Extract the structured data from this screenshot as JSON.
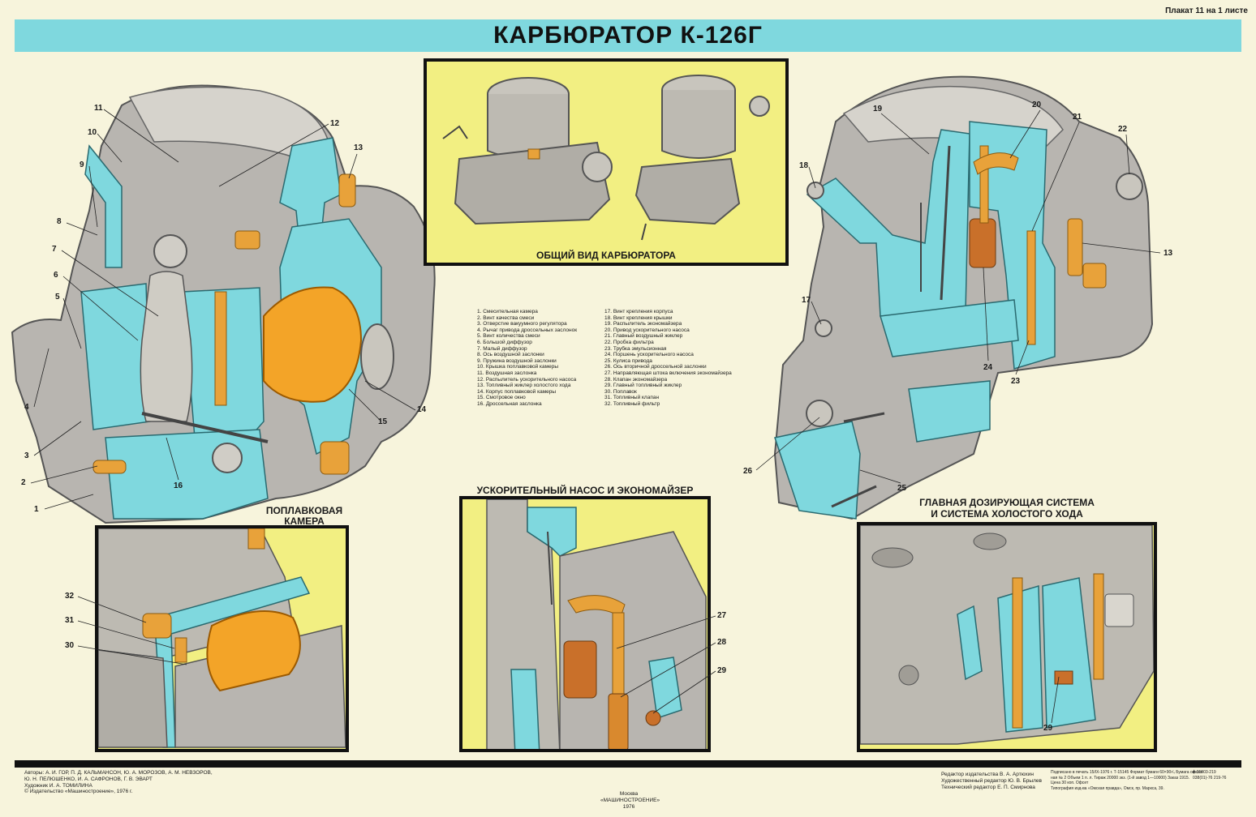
{
  "plate_note": "Плакат 11 на 1 листе",
  "title": "КАРБЮРАТОР К-126Г",
  "captions": {
    "general_view": "ОБЩИЙ ВИД КАРБЮРАТОРА",
    "float_chamber_line1": "ПОПЛАВКОВАЯ",
    "float_chamber_line2": "КАМЕРА",
    "pump": "УСКОРИТЕЛЬНЫЙ НАСОС И ЭКОНОМАЙЗЕР",
    "metering_line1": "ГЛАВНАЯ ДОЗИРУЮЩАЯ СИСТЕМА",
    "metering_line2": "И  СИСТЕМА ХОЛОСТОГО ХОДА"
  },
  "legend_left": [
    "1. Смесительная камера",
    "2. Винт качества смеси",
    "3. Отверстие вакуумного регулятора",
    "4. Рычаг привода дроссельных заслонок",
    "5. Винт количества смеси",
    "6. Большой диффузор",
    "7. Малый диффузор",
    "8. Ось воздушной заслонки",
    "9. Пружина воздушной заслонки",
    "10. Крышка поплавковой камеры",
    "11. Воздушная заслонка",
    "12. Распылитель ускорительного насоса",
    "13. Топливный жиклер холостого хода",
    "14. Корпус поплавковой камеры",
    "15. Смотровое окно",
    "16. Дроссельная заслонка"
  ],
  "legend_right": [
    "17. Винт крепления корпуса",
    "18. Винт крепления крышки",
    "19. Распылитель экономайзера",
    "20. Привод ускорительного насоса",
    "21. Главный воздушный жиклер",
    "22. Пробка фильтра",
    "23. Трубка эмульсионная",
    "24. Поршень ускорительного насоса",
    "25. Кулиса привода",
    "26. Ось вторичной дроссельной заслонки",
    "27. Направляющая штока включения экономайзера",
    "28. Клапан экономайзера",
    "29. Главный топливный жиклер",
    "30. Поплавок",
    "31. Топливный клапан",
    "32. Топливный фильтр"
  ],
  "callouts_left": [
    "1",
    "2",
    "3",
    "4",
    "5",
    "6",
    "7",
    "8",
    "9",
    "10",
    "11",
    "12",
    "13",
    "14",
    "15",
    "16"
  ],
  "callouts_right": [
    "17",
    "18",
    "19",
    "20",
    "21",
    "22",
    "13",
    "23",
    "24",
    "25",
    "26"
  ],
  "callouts_float": [
    "32",
    "31",
    "30"
  ],
  "callouts_pump": [
    "27",
    "28",
    "29"
  ],
  "callouts_metering": [
    "29"
  ],
  "credits": {
    "authors_1": "Авторы: А. И. ГОР, П. Д. КАЛЬМАНСОН, Ю. А. МОРОЗОВ, А. М. НЕВЗОРОВ,",
    "authors_2": "Ю. Н. ПЕЛЮШЕНКО, И. А. САФРОНОВ, Г. В. ЭВАРТ",
    "artist": "Художник И. А. ТОМИЛИНА",
    "copyright": "© Издательство «Машиностроение», 1976 г.",
    "city": "Москва",
    "publisher": "«МАШИНОСТРОЕНИЕ»",
    "year": "1976",
    "editor_1": "Редактор издательства В. А. Артюхин",
    "editor_2": "Художественный редактор Ю. В. Брылев",
    "editor_3": "Технический редактор Е. П. Смирнова",
    "print_1": "Подписано в печать 15/IX-1976 г.   Т-15145  Формат бумаги 60×90¹⁄₄  Бумага офсет-",
    "print_2": "ная № 2  Объем 1 п. л.  Тираж 20000 экз.  (1-й завод  1—10000)  Заказ 1915.",
    "print_3": "Цена 30 коп.  Офсет",
    "print_4": "Типография изд-ва «Омская правда», Омск, пр. Маркса, 39.",
    "code_1": "А 31803-219",
    "code_2": "038(01)-76   219-76"
  }
}
